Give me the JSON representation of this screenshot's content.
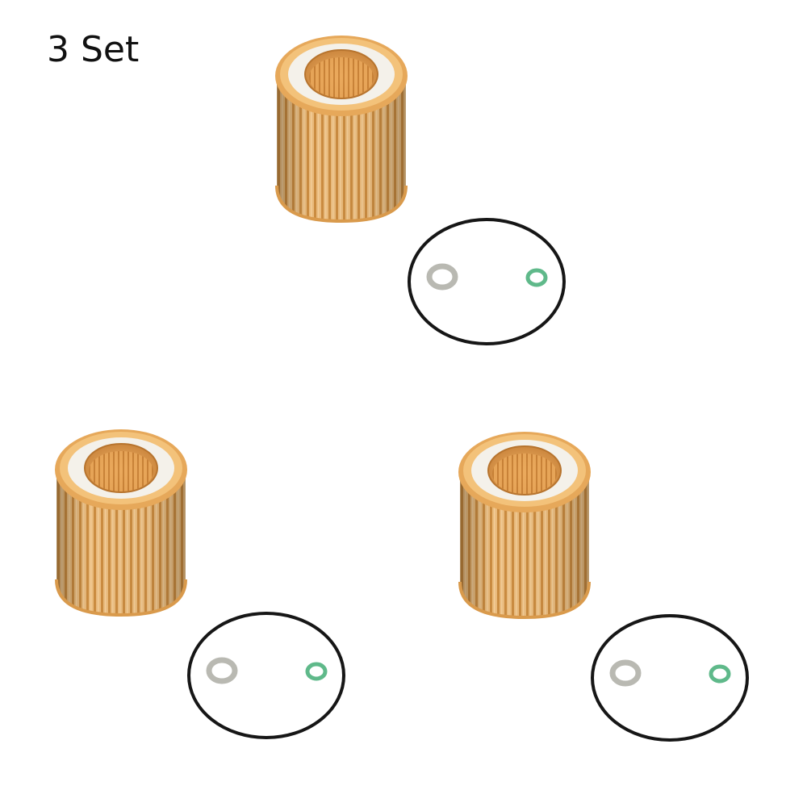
{
  "listing": {
    "quantity_label": "3 Set"
  },
  "kit_contents": [
    {
      "item": "oil-filter-cartridge"
    },
    {
      "item": "large-o-ring"
    },
    {
      "item": "gray-washer"
    },
    {
      "item": "green-seal-ring"
    }
  ],
  "colors": {
    "filter_paper": "#e8b168",
    "filter_paper_dark": "#c98a3c",
    "end_cap_ring": "#f4f1ea",
    "o_ring": "#161616",
    "washer": "#b9b9b2",
    "seal": "#5fb98a"
  }
}
